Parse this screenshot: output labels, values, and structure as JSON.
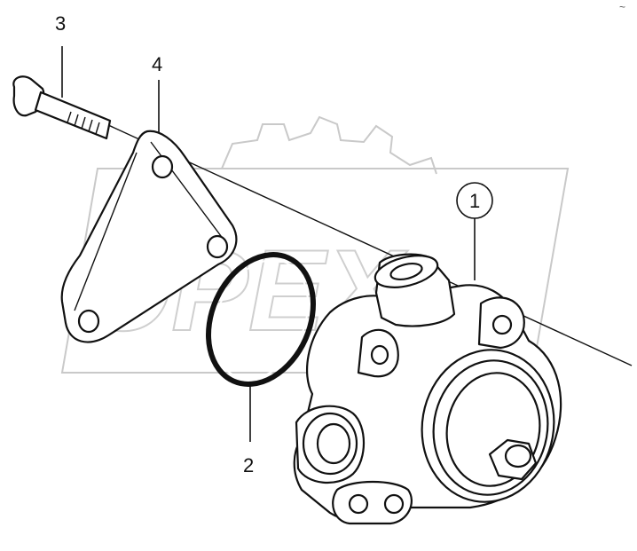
{
  "watermark": {
    "text": "OPEX"
  },
  "callouts": [
    {
      "id": "1",
      "label": "1"
    },
    {
      "id": "2",
      "label": "2"
    },
    {
      "id": "3",
      "label": "3"
    },
    {
      "id": "4",
      "label": "4"
    }
  ],
  "corner_mark": "~"
}
